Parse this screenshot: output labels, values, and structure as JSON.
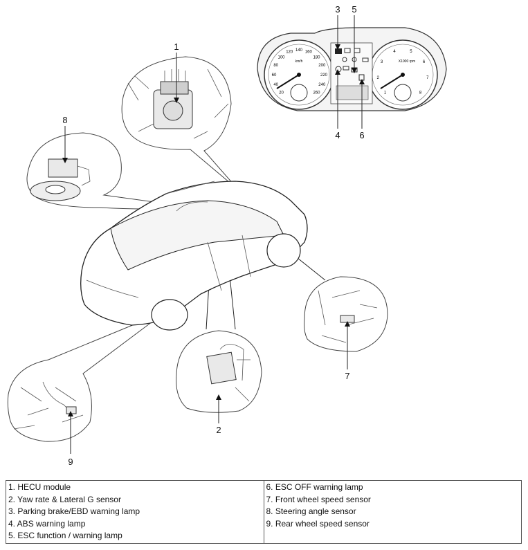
{
  "callouts": [
    "1",
    "2",
    "3",
    "4",
    "5",
    "6",
    "7",
    "8",
    "9"
  ],
  "cluster": {
    "speed_ticks": [
      "20",
      "40",
      "60",
      "80",
      "100",
      "120",
      "140",
      "160",
      "180",
      "200",
      "220",
      "240",
      "260"
    ],
    "speed_unit": "km/h",
    "rpm_ticks": [
      "1",
      "2",
      "3",
      "4",
      "5",
      "6",
      "7",
      "8"
    ],
    "rpm_unit": "X1000 rpm"
  },
  "legend": {
    "left": [
      "1. HECU module",
      "2. Yaw rate & Lateral G sensor",
      "3. Parking brake/EBD warning lamp",
      "4. ABS warning lamp",
      "5. ESC function / warning lamp"
    ],
    "right": [
      "6. ESC OFF warning lamp",
      "7. Front wheel speed sensor",
      "8. Steering angle sensor",
      "9. Rear wheel speed sensor"
    ]
  }
}
